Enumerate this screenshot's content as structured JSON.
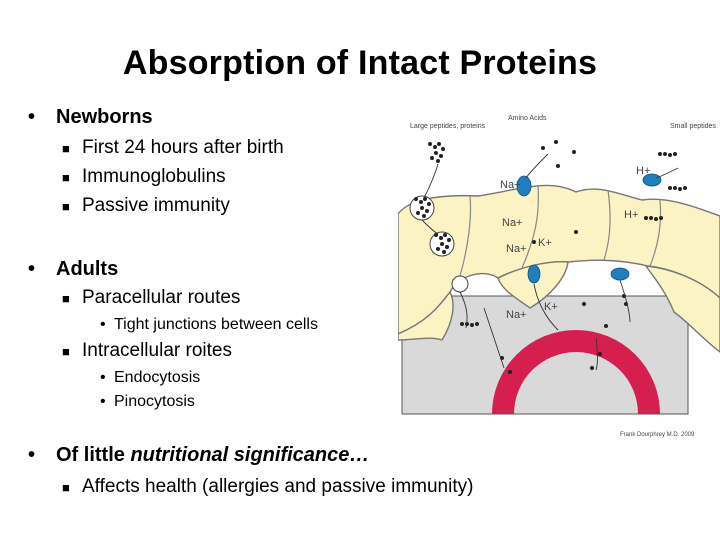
{
  "title": "Absorption of Intact Proteins",
  "bullets": {
    "newborns": "Newborns",
    "newborns_items": [
      "First 24 hours after birth",
      "Immunoglobulins",
      "Passive immunity"
    ],
    "adults": "Adults",
    "adults_items": {
      "paracellular": "Paracellular routes",
      "tight_junctions": "Tight junctions between cells",
      "intracellular": "Intracellular roites",
      "endocytosis": "Endocytosis",
      "pinocytosis": "Pinocytosis"
    },
    "significance_prefix": "Of little ",
    "significance_emph": "nutritional significance…",
    "significance_item": "Affects health (allergies and passive immunity)"
  },
  "diagram": {
    "labels": {
      "large_peptides": "Large peptides, proteins",
      "amino_acids": "Amino Acids",
      "small_peptides": "Small peptides",
      "na_top": "Na+",
      "h_top": "H+",
      "na_mid": "Na+",
      "h_mid": "H+",
      "na_low": "Na+",
      "k_low": "K+",
      "na_bottom": "Na+",
      "k_bottom": "K+"
    },
    "credit": "Frank Dourphrey M.D. 2009",
    "colors": {
      "cell": "#fbf3c4",
      "interstitium": "#d9d9d9",
      "vessel": "#d41f4f",
      "transporter": "#1f7fbf"
    }
  }
}
